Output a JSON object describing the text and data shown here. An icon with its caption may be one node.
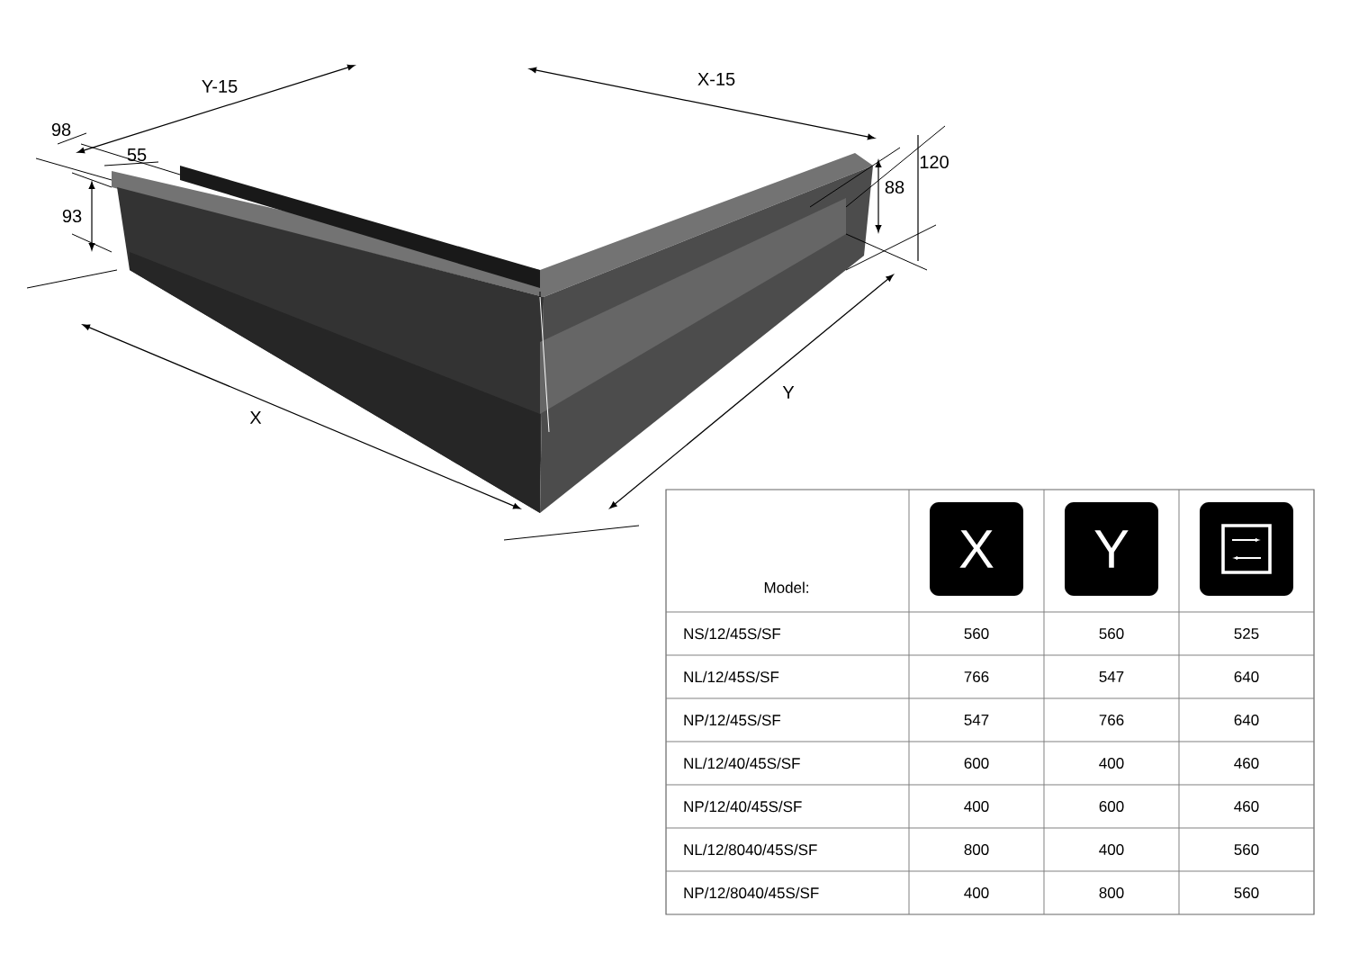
{
  "diagram": {
    "labels": [
      "Y-15",
      "X-15",
      "98",
      "55",
      "93",
      "88",
      "120",
      "X",
      "Y",
      "Model:",
      "X",
      "Y",
      "NS/12/45S/SF",
      "560",
      "560",
      "525",
      "NL/12/45S/SF",
      "766",
      "547",
      "640",
      "NP/12/45S/SF",
      "547",
      "766",
      "640",
      "NL/12/40/45S/SF",
      "600",
      "400",
      "460",
      "NP/12/40/45S/SF",
      "400",
      "600",
      "460",
      "NL/12/8040/45S/SF",
      "800",
      "400",
      "560",
      "NP/12/8040/45S/SF",
      "400",
      "800",
      "560"
    ]
  }
}
